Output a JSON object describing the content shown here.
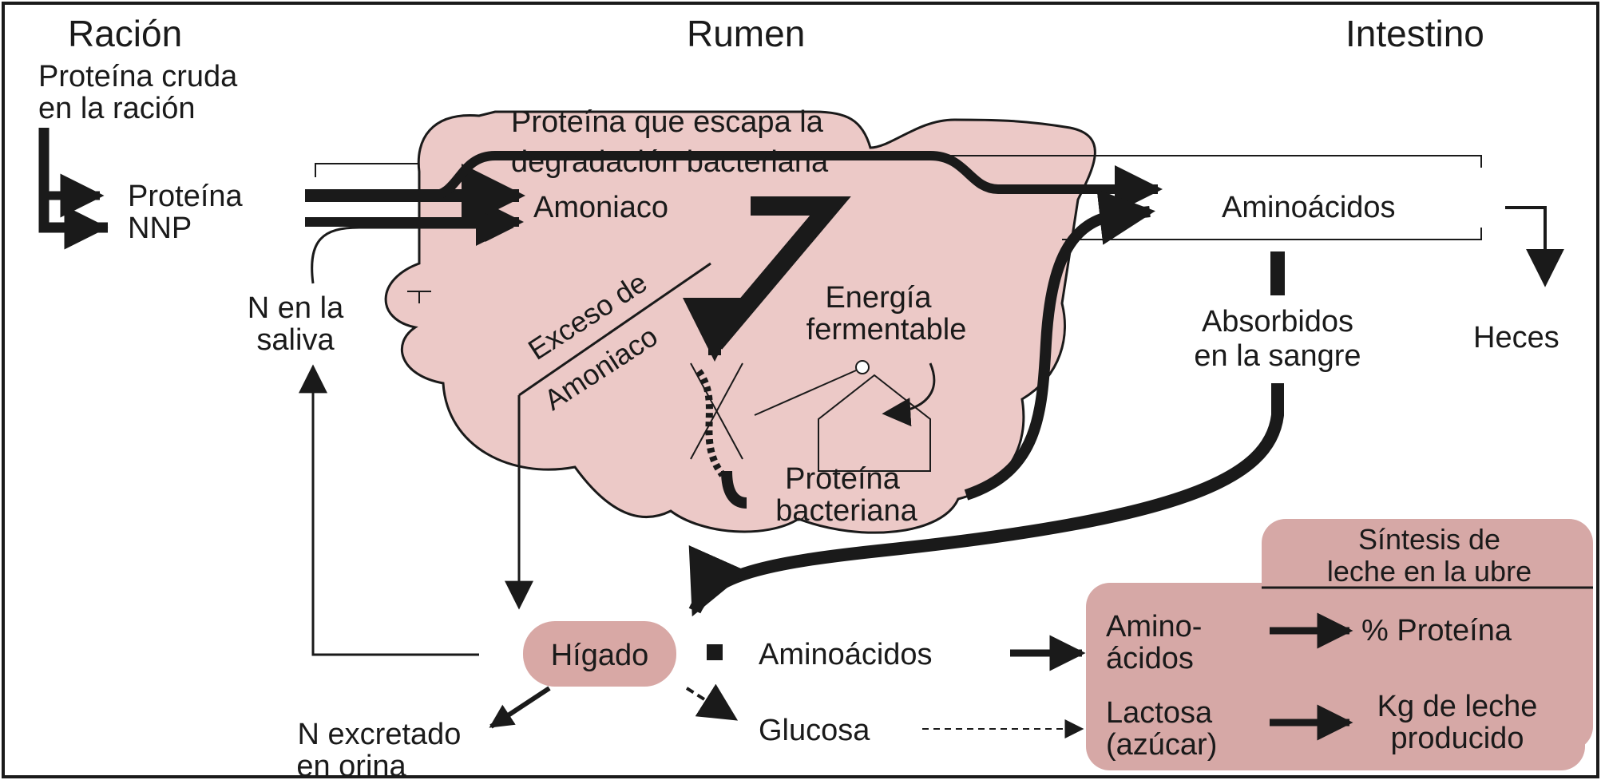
{
  "headers": {
    "racion": "Ración",
    "rumen": "Rumen",
    "intestino": "Intestino"
  },
  "racion": {
    "line1": "Proteína cruda",
    "line2": "en la ración",
    "proteina": "Proteína",
    "nnp": "NNP"
  },
  "rumen": {
    "escape_line1": "Proteína que escapa la",
    "escape_line2": "degradación bacteriana",
    "amoniaco": "Amoniaco",
    "exceso_line1": "Exceso de",
    "exceso_line2": "Amoniaco",
    "energia_line1": "Energía",
    "energia_line2": "fermentable",
    "bact_line1": "Proteína",
    "bact_line2": "bacteriana"
  },
  "saliva": {
    "line1": "N en la",
    "line2": "saliva"
  },
  "intestino": {
    "aminoacidos": "Aminoácidos",
    "heces": "Heces",
    "absorb_line1": "Absorbidos",
    "absorb_line2": "en la sangre"
  },
  "higado": {
    "label": "Hígado",
    "aminoacidos": "Aminoácidos",
    "glucosa": "Glucosa",
    "n_line1": "N excretado",
    "n_line2": "en orina"
  },
  "ubre": {
    "title_line1": "Síntesis de",
    "title_line2": "leche en la ubre",
    "amino_line1": "Amino-",
    "amino_line2": "ácidos",
    "proteina": "% Proteína",
    "lactosa_line1": "Lactosa",
    "lactosa_line2": "(azúcar)",
    "kg_line1": "Kg de leche",
    "kg_line2": "producido"
  },
  "colors": {
    "rumen_fill": "#ecc9c7",
    "box_fill": "#d6a8a6",
    "liver_fill": "#d8a8a5",
    "ink": "#1a1a1a"
  }
}
